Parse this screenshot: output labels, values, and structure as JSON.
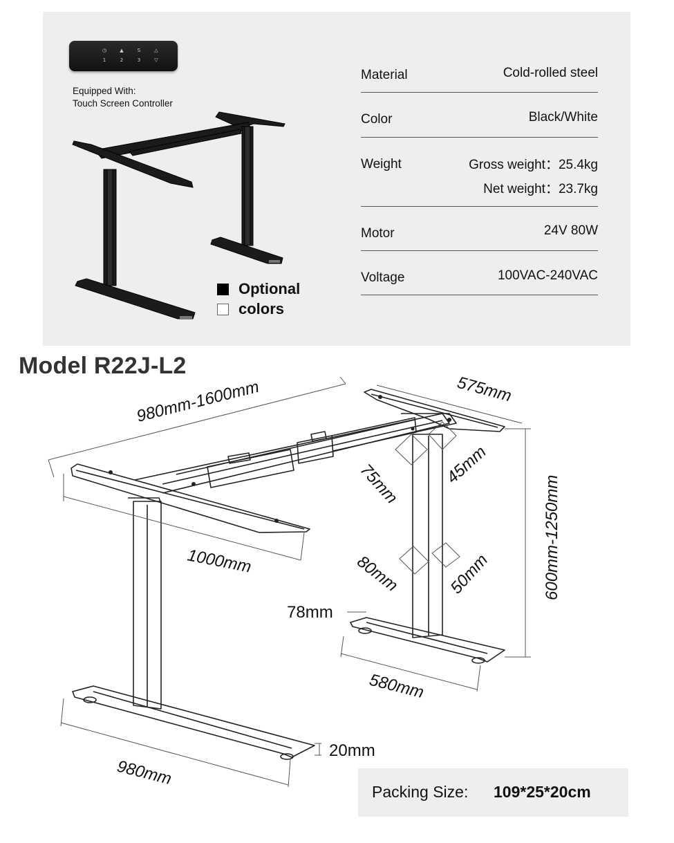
{
  "top_panel": {
    "controller": {
      "icons": [
        "timer-icon",
        "lock-icon",
        "s",
        "up-arrow-icon"
      ],
      "top_keys": [
        "◷",
        "▲",
        "S",
        "△"
      ],
      "bottom_keys": [
        "1",
        "2",
        "3",
        "▽"
      ]
    },
    "equipped_line1": "Equipped With:",
    "equipped_line2": "Touch Screen Controller",
    "optional_line1": "Optional",
    "optional_line2": "colors",
    "swatch_colors": [
      "#000000",
      "#ffffff"
    ]
  },
  "specs": {
    "material": {
      "label": "Material",
      "value": "Cold-rolled steel"
    },
    "color": {
      "label": "Color",
      "value": "Black/White"
    },
    "weight": {
      "label": "Weight",
      "gross": "Gross weight：25.4kg",
      "net": "Net weight：23.7kg"
    },
    "motor": {
      "label": "Motor",
      "value": "24V  80W"
    },
    "voltage": {
      "label": "Voltage",
      "value": "100VAC-240VAC"
    }
  },
  "model_title": "Model R22J-L2",
  "dimensions": {
    "width_range": "980mm-1600mm",
    "depth_right": "575mm",
    "top_bar": "1000mm",
    "column_75": "75mm",
    "column_45": "45mm",
    "column_80": "80mm",
    "column_50": "50mm",
    "height_range": "600mm-1250mm",
    "foot_78": "78mm",
    "foot_580": "580mm",
    "foot_20": "20mm",
    "foot_980": "980mm"
  },
  "packing": {
    "label": "Packing Size:",
    "value": "109*25*20cm"
  }
}
